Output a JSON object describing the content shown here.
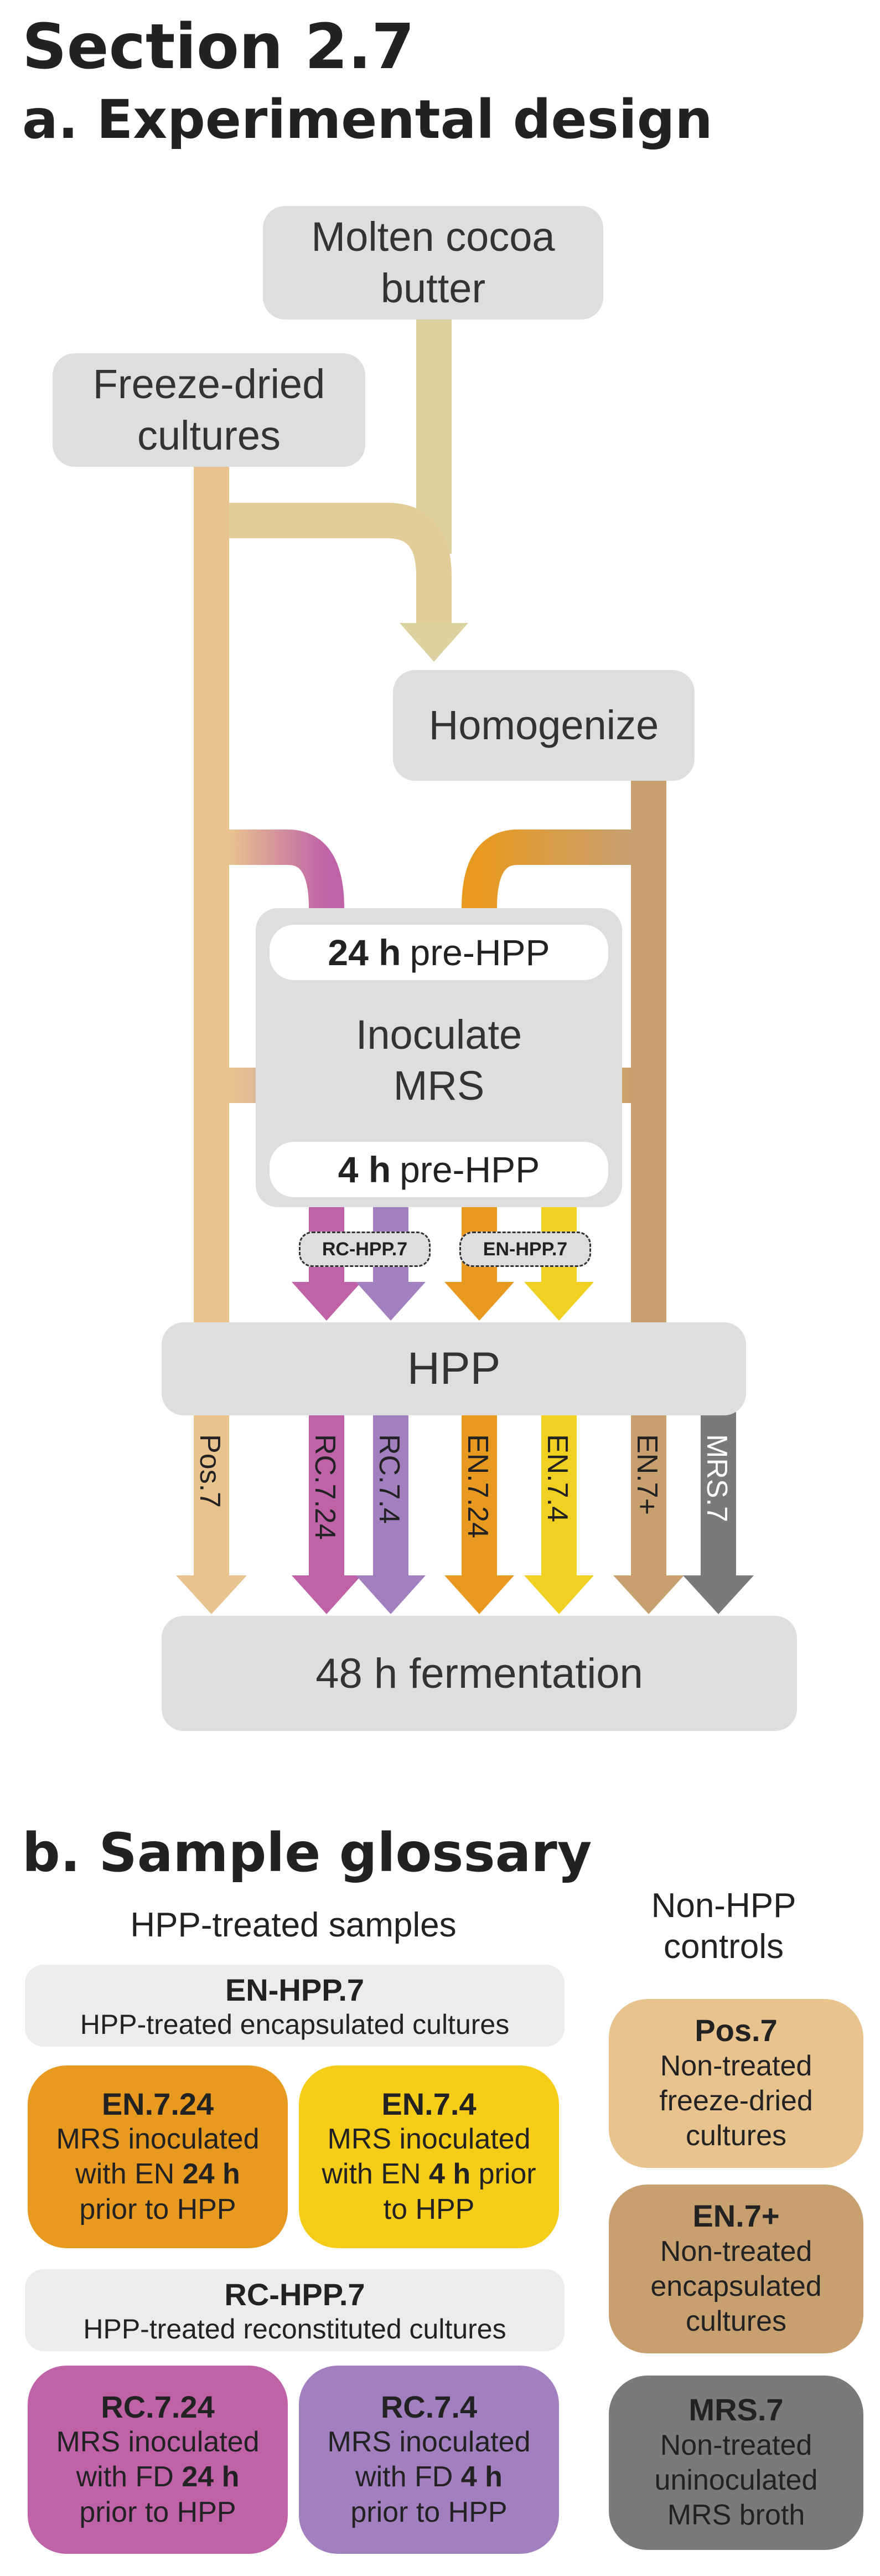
{
  "headings": {
    "section": "Section 2.7",
    "part_a": "a. Experimental design",
    "part_b": "b. Sample glossary"
  },
  "flow": {
    "molten": "Molten cocoa butter",
    "freeze": "Freeze-dried cultures",
    "homogenize": "Homogenize",
    "pre24_bold": "24 h",
    "pre24_rest": "pre-HPP",
    "inoculate": "Inoculate MRS",
    "pre4_bold": "4 h",
    "pre4_rest": "pre-HPP",
    "chip_rc": "RC-HPP.7",
    "chip_en": "EN-HPP.7",
    "hpp": "HPP",
    "fermentation": "48 h fermentation",
    "arrow_labels": [
      "Pos.7",
      "RC.7.24",
      "RC.7.4",
      "EN.7.24",
      "EN.7.4",
      "EN.7+",
      "MRS.7"
    ]
  },
  "colors": {
    "freeze_path": "#e8c38e",
    "cocoa_path": "#dcd2a0",
    "homog_path": "#c8a070",
    "rc24": "#c062a8",
    "rc4": "#a280c0",
    "en24": "#e89a20",
    "en4": "#f0d020",
    "mrs": "#7a7a7a",
    "box_gray": "#dedede"
  },
  "glossary": {
    "hpp_heading": "HPP-treated samples",
    "non_hpp_heading_1": "Non-HPP",
    "non_hpp_heading_2": "controls",
    "en_band": {
      "name": "EN-HPP.7",
      "desc": "HPP-treated encapsulated cultures"
    },
    "rc_band": {
      "name": "RC-HPP.7",
      "desc": "HPP-treated reconstituted cultures"
    },
    "en724": {
      "name": "EN.7.24",
      "l1": "MRS inoculated",
      "l2a": "with EN ",
      "l2b": "24 h",
      "l3": "prior to HPP"
    },
    "en74": {
      "name": "EN.7.4",
      "l1": "MRS inoculated",
      "l2a": "with EN ",
      "l2b": "4 h",
      "l2c": " prior",
      "l3": "to HPP"
    },
    "rc724": {
      "name": "RC.7.24",
      "l1": "MRS inoculated",
      "l2a": "with FD ",
      "l2b": "24 h",
      "l3": "prior to HPP"
    },
    "rc74": {
      "name": "RC.7.4",
      "l1": "MRS inoculated",
      "l2a": "with FD ",
      "l2b": "4 h",
      "l3": "prior to HPP"
    },
    "pos7": {
      "name": "Pos.7",
      "l1": "Non-treated",
      "l2": "freeze-dried",
      "l3": "cultures"
    },
    "enp": {
      "name": "EN.7+",
      "l1": "Non-treated",
      "l2": "encapsulated",
      "l3": "cultures"
    },
    "mrs7": {
      "name": "MRS.7",
      "l1": "Non-treated",
      "l2": "uninoculated",
      "l3": "MRS broth"
    }
  }
}
